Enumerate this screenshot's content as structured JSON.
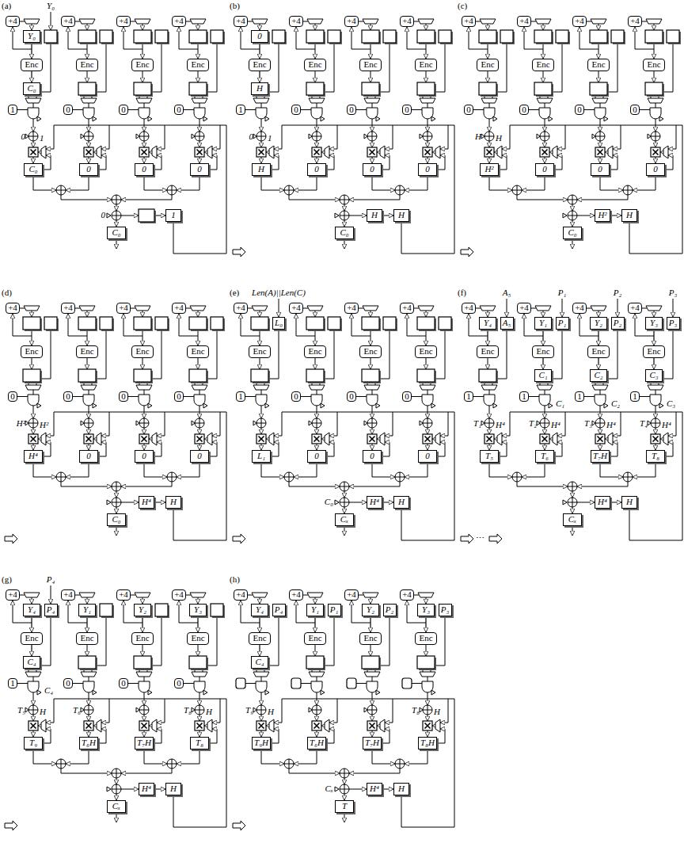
{
  "diagram": {
    "nodes": [
      {
        "text": [
          "+4"
        ]
      },
      {
        "text": [
          "Y₀"
        ]
      },
      {
        "text": [
          "Enc"
        ]
      },
      {
        "text": [
          "C₀"
        ]
      },
      {
        "text": [
          "1"
        ]
      },
      {
        "text": [
          "C₀"
        ]
      },
      {
        "text": [
          "+4"
        ]
      },
      {
        "text": [
          "Enc"
        ]
      },
      {
        "text": [
          "0"
        ]
      },
      {
        "text": [
          "0"
        ]
      },
      {
        "text": [
          "+4"
        ]
      },
      {
        "text": [
          "Enc"
        ]
      },
      {
        "text": [
          "0"
        ]
      },
      {
        "text": [
          "0"
        ]
      },
      {
        "text": [
          "+4"
        ]
      },
      {
        "text": [
          "Enc"
        ]
      },
      {
        "text": [
          "0"
        ]
      },
      {
        "text": [
          "0"
        ]
      },
      {
        "text": [
          "C₀"
        ]
      },
      {
        "text": [
          "1"
        ]
      },
      {
        "text": [
          "+4"
        ]
      },
      {
        "text": [
          "0"
        ]
      },
      {
        "text": [
          "Enc"
        ]
      },
      {
        "text": [
          "H"
        ]
      },
      {
        "text": [
          "1"
        ]
      },
      {
        "text": [
          "H"
        ]
      },
      {
        "text": [
          "+4"
        ]
      },
      {
        "text": [
          "Enc"
        ]
      },
      {
        "text": [
          "0"
        ]
      },
      {
        "text": [
          "0"
        ]
      },
      {
        "text": [
          "+4"
        ]
      },
      {
        "text": [
          "Enc"
        ]
      },
      {
        "text": [
          "0"
        ]
      },
      {
        "text": [
          "0"
        ]
      },
      {
        "text": [
          "+4"
        ]
      },
      {
        "text": [
          "Enc"
        ]
      },
      {
        "text": [
          "0"
        ]
      },
      {
        "text": [
          "0"
        ]
      },
      {
        "text": [
          "C₀"
        ]
      },
      {
        "text": [
          "H"
        ]
      },
      {
        "text": [
          "H"
        ]
      },
      {
        "text": [
          "+4"
        ]
      },
      {
        "text": [
          "Enc"
        ]
      },
      {
        "text": [
          "0"
        ]
      },
      {
        "text": [
          "H²"
        ]
      },
      {
        "text": [
          "+4"
        ]
      },
      {
        "text": [
          "Enc"
        ]
      },
      {
        "text": [
          "0"
        ]
      },
      {
        "text": [
          "0"
        ]
      },
      {
        "text": [
          "+4"
        ]
      },
      {
        "text": [
          "Enc"
        ]
      },
      {
        "text": [
          "0"
        ]
      },
      {
        "text": [
          "0"
        ]
      },
      {
        "text": [
          "+4"
        ]
      },
      {
        "text": [
          "Enc"
        ]
      },
      {
        "text": [
          "0"
        ]
      },
      {
        "text": [
          "0"
        ]
      },
      {
        "text": [
          "C₀"
        ]
      },
      {
        "text": [
          "H²"
        ]
      },
      {
        "text": [
          "H"
        ]
      },
      {
        "text": [
          "+4"
        ]
      },
      {
        "text": [
          "Enc"
        ]
      },
      {
        "text": [
          "0"
        ]
      },
      {
        "text": [
          "H⁴"
        ]
      },
      {
        "text": [
          "+4"
        ]
      },
      {
        "text": [
          "Enc"
        ]
      },
      {
        "text": [
          "0"
        ]
      },
      {
        "text": [
          "0"
        ]
      },
      {
        "text": [
          "+4"
        ]
      },
      {
        "text": [
          "Enc"
        ]
      },
      {
        "text": [
          "0"
        ]
      },
      {
        "text": [
          "0"
        ]
      },
      {
        "text": [
          "+4"
        ]
      },
      {
        "text": [
          "Enc"
        ]
      },
      {
        "text": [
          "0"
        ]
      },
      {
        "text": [
          "0"
        ]
      },
      {
        "text": [
          "C₀"
        ]
      },
      {
        "text": [
          "H⁴"
        ]
      },
      {
        "text": [
          "H"
        ]
      },
      {
        "text": [
          "+4"
        ]
      },
      {
        "text": [
          "L₀"
        ]
      },
      {
        "text": [
          "Enc"
        ]
      },
      {
        "text": [
          "1"
        ]
      },
      {
        "text": [
          "L₁"
        ]
      },
      {
        "text": [
          "+4"
        ]
      },
      {
        "text": [
          "Enc"
        ]
      },
      {
        "text": [
          "0"
        ]
      },
      {
        "text": [
          "0"
        ]
      },
      {
        "text": [
          "+4"
        ]
      },
      {
        "text": [
          "Enc"
        ]
      },
      {
        "text": [
          "0"
        ]
      },
      {
        "text": [
          "0"
        ]
      },
      {
        "text": [
          "+4"
        ]
      },
      {
        "text": [
          "Enc"
        ]
      },
      {
        "text": [
          "0"
        ]
      },
      {
        "text": [
          "0"
        ]
      },
      {
        "text": [
          "Cₓ"
        ]
      },
      {
        "text": [
          "H⁴"
        ]
      },
      {
        "text": [
          "H"
        ]
      },
      {
        "text": [
          "+4"
        ]
      },
      {
        "text": [
          "Y₄"
        ]
      },
      {
        "text": [
          "A₅"
        ]
      },
      {
        "text": [
          "Enc"
        ]
      },
      {
        "text": [
          "1"
        ]
      },
      {
        "text": [
          "T₅"
        ]
      },
      {
        "text": [
          "+4"
        ]
      },
      {
        "text": [
          "Y₁"
        ]
      },
      {
        "text": [
          "P₁"
        ]
      },
      {
        "text": [
          "Enc"
        ]
      },
      {
        "text": [
          "C₁"
        ]
      },
      {
        "text": [
          "1"
        ]
      },
      {
        "text": [
          "T₆"
        ]
      },
      {
        "text": [
          "+4"
        ]
      },
      {
        "text": [
          "Y₂"
        ]
      },
      {
        "text": [
          "P₂"
        ]
      },
      {
        "text": [
          "Enc"
        ]
      },
      {
        "text": [
          "C₂"
        ]
      },
      {
        "text": [
          "1"
        ]
      },
      {
        "text": [
          "T₇H"
        ]
      },
      {
        "text": [
          "+4"
        ]
      },
      {
        "text": [
          "Y₃"
        ]
      },
      {
        "text": [
          "P₃"
        ]
      },
      {
        "text": [
          "Enc"
        ]
      },
      {
        "text": [
          "C₃"
        ]
      },
      {
        "text": [
          "1"
        ]
      },
      {
        "text": [
          "T₈"
        ]
      },
      {
        "text": [
          "Cₓ"
        ]
      },
      {
        "text": [
          "H⁴"
        ]
      },
      {
        "text": [
          "H"
        ]
      },
      {
        "text": [
          "+4"
        ]
      },
      {
        "text": [
          "Y₄"
        ]
      },
      {
        "text": [
          "P₄"
        ]
      },
      {
        "text": [
          "Enc"
        ]
      },
      {
        "text": [
          "C₄"
        ]
      },
      {
        "text": [
          "1"
        ]
      },
      {
        "text": [
          "T₉"
        ]
      },
      {
        "text": [
          "+4"
        ]
      },
      {
        "text": [
          "Y₁"
        ]
      },
      {
        "text": [
          "Enc"
        ]
      },
      {
        "text": [
          "0"
        ]
      },
      {
        "text": [
          "T₆H"
        ]
      },
      {
        "text": [
          "+4"
        ]
      },
      {
        "text": [
          "Y₂"
        ]
      },
      {
        "text": [
          "Enc"
        ]
      },
      {
        "text": [
          "0"
        ]
      },
      {
        "text": [
          "T₇H"
        ]
      },
      {
        "text": [
          "+4"
        ]
      },
      {
        "text": [
          "Y₃"
        ]
      },
      {
        "text": [
          "Enc"
        ]
      },
      {
        "text": [
          "0"
        ]
      },
      {
        "text": [
          "T₈"
        ]
      },
      {
        "text": [
          "Cₓ"
        ]
      },
      {
        "text": [
          "H⁴"
        ]
      },
      {
        "text": [
          "H"
        ]
      },
      {
        "text": [
          "+4"
        ]
      },
      {
        "text": [
          "Y₄"
        ]
      },
      {
        "text": [
          "P₄"
        ]
      },
      {
        "text": [
          "Enc"
        ]
      },
      {
        "text": [
          "C₄"
        ]
      },
      {
        "text": [
          "T₉H"
        ]
      },
      {
        "text": [
          "+4"
        ]
      },
      {
        "text": [
          "Y₁"
        ]
      },
      {
        "text": [
          "P₁"
        ]
      },
      {
        "text": [
          "Enc"
        ]
      },
      {
        "text": [
          "T₆H"
        ]
      },
      {
        "text": [
          "+4"
        ]
      },
      {
        "text": [
          "Y₂"
        ]
      },
      {
        "text": [
          "P₂"
        ]
      },
      {
        "text": [
          "Enc"
        ]
      },
      {
        "text": [
          "T₇H"
        ]
      },
      {
        "text": [
          "+4"
        ]
      },
      {
        "text": [
          "Y₃"
        ]
      },
      {
        "text": [
          "P₃"
        ]
      },
      {
        "text": [
          "Enc"
        ]
      },
      {
        "text": [
          "T₈H"
        ]
      },
      {
        "text": [
          "T"
        ]
      },
      {
        "text": [
          "H⁴"
        ]
      },
      {
        "text": [
          "H"
        ]
      }
    ],
    "edges": [
      {
        "from": 1,
        "to": 2,
        "arrow": "to"
      },
      {
        "from": 2,
        "to": 3,
        "arrow": "to"
      },
      {
        "from": 21,
        "to": 22,
        "arrow": "to"
      },
      {
        "from": 22,
        "to": 23,
        "arrow": "to"
      },
      {
        "from": 100,
        "to": 102,
        "arrow": "to"
      },
      {
        "from": 106,
        "to": 108,
        "arrow": "to"
      },
      {
        "from": 108,
        "to": 109,
        "arrow": "to"
      },
      {
        "from": 113,
        "to": 115,
        "arrow": "to"
      },
      {
        "from": 115,
        "to": 116,
        "arrow": "to"
      },
      {
        "from": 120,
        "to": 122,
        "arrow": "to"
      },
      {
        "from": 122,
        "to": 123,
        "arrow": "to"
      },
      {
        "from": 130,
        "to": 132,
        "arrow": "to"
      },
      {
        "from": 132,
        "to": 133,
        "arrow": "to"
      },
      {
        "from": 137,
        "to": 138,
        "arrow": "to"
      },
      {
        "from": 142,
        "to": 143,
        "arrow": "to"
      },
      {
        "from": 147,
        "to": 148,
        "arrow": "to"
      },
      {
        "from": 155,
        "to": 157,
        "arrow": "to"
      },
      {
        "from": 157,
        "to": 158,
        "arrow": "to"
      },
      {
        "from": 161,
        "to": 163,
        "arrow": "to"
      },
      {
        "from": 166,
        "to": 168,
        "arrow": "to"
      },
      {
        "from": 171,
        "to": 173,
        "arrow": "to"
      }
    ],
    "labels": [
      "(a)",
      "Y₀",
      "0",
      "1",
      "0",
      "(b)",
      "0",
      "1",
      "(c)",
      "H",
      "H",
      "(d)",
      "H²",
      "H²",
      "(e)",
      "Len(A)||Len(C)",
      "C₀",
      "(f)",
      "A₅",
      "P₁",
      "P₂",
      "P₃",
      "C₁",
      "C₂",
      "C₃",
      "T₁",
      "T₂",
      "T₃",
      "T₄",
      "H⁴",
      "H⁴",
      "H⁴",
      "H⁴",
      "⋯",
      "(g)",
      "P₄",
      "C₄",
      "T₅",
      "T₆",
      "T₈",
      "H",
      "H",
      "(h)",
      "T₉",
      "T₈",
      "H",
      "H",
      "Cₓ"
    ]
  }
}
